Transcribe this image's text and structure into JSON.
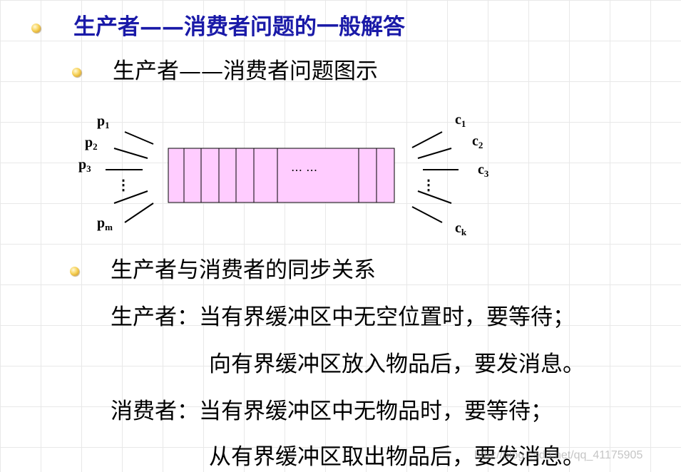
{
  "title": "生产者——消费者问题的一般解答",
  "section_diagram": {
    "heading": "生产者——消费者问题图示",
    "buffer_ellipsis": "… …",
    "producers": [
      {
        "base": "p",
        "sub": "1"
      },
      {
        "base": "p",
        "sub": "2"
      },
      {
        "base": "p",
        "sub": "3"
      },
      {
        "base": "p",
        "sub": "m"
      }
    ],
    "consumers": [
      {
        "base": "c",
        "sub": "1"
      },
      {
        "base": "c",
        "sub": "2"
      },
      {
        "base": "c",
        "sub": "3"
      },
      {
        "base": "c",
        "sub": "k"
      }
    ],
    "vertical_dots": "⋮",
    "buffer_fill_color": "#ffccff"
  },
  "section_sync": {
    "heading": "生产者与消费者的同步关系",
    "producer_line1": "生产者：当有界缓冲区中无空位置时，要等待；",
    "producer_line2": "向有界缓冲区放入物品后，要发消息。",
    "consumer_line1": "消费者：当有界缓冲区中无物品时，要等待；",
    "consumer_line2": "从有界缓冲区取出物品后，要发消息。"
  },
  "watermark": "http://blog.csdn.net/qq_41175905",
  "colors": {
    "title": "#1a1aa8",
    "bullet": "#f0c040",
    "grid": "#e8e8e8"
  }
}
